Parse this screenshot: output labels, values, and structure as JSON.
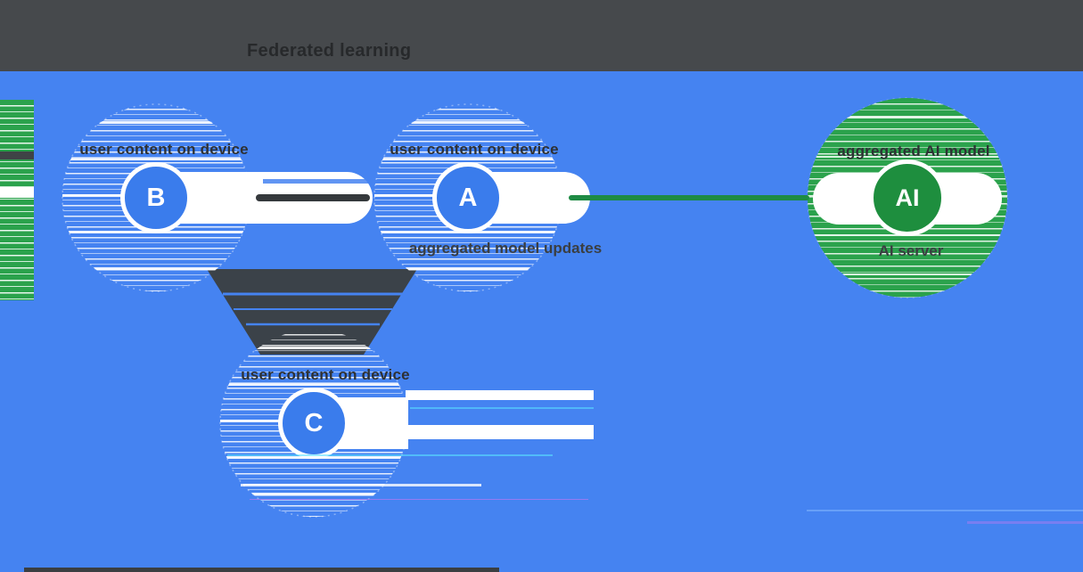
{
  "header": {
    "title": "Federated learning"
  },
  "nodes": {
    "b": {
      "letter": "B",
      "label": "user content on device"
    },
    "a": {
      "letter": "A",
      "label": "user content on device",
      "sublabel": "aggregated model updates"
    },
    "c": {
      "letter": "C",
      "label": "user content on device"
    },
    "ai": {
      "letter": "AI",
      "label": "aggregated AI model",
      "sublabel": "AI server"
    }
  },
  "colors": {
    "background_blue": "#4583F1",
    "device_blue": "#3A7CEC",
    "ai_green": "#2BA24C",
    "ai_disc_green": "#1E8E3E",
    "header_dark": "#46494C",
    "line_dark": "#35393C",
    "link_green": "#1E8B44",
    "label_dark": "#2E3134"
  }
}
